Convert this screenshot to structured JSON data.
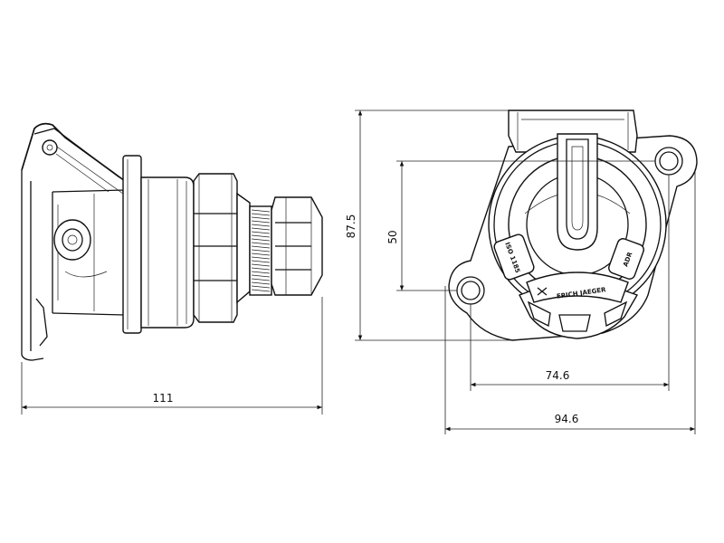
{
  "dimensions": {
    "overall_length": "111",
    "overall_height": "87.5",
    "hole_spacing_vertical": "50",
    "hole_spacing_horizontal": "74.6",
    "flange_width": "94.6"
  },
  "front_view_labels": {
    "brand": "ERICH JAEGER",
    "left_marking": "ISO 1185",
    "right_marking": "ADR"
  }
}
